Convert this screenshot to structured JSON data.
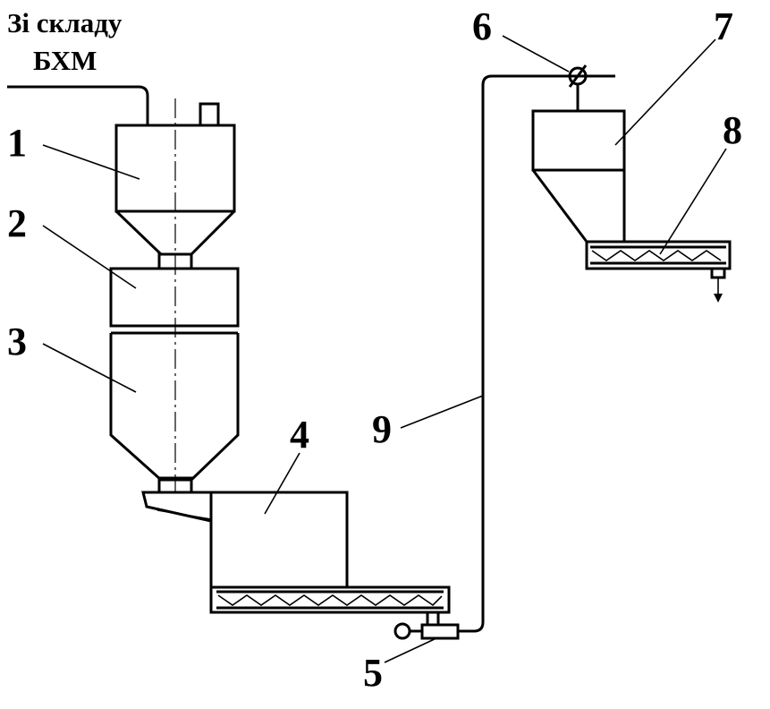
{
  "source_label": {
    "line1": "Зі складу",
    "line2": "БХМ"
  },
  "labels": {
    "n1": "1",
    "n2": "2",
    "n3": "3",
    "n4": "4",
    "n5": "5",
    "n6": "6",
    "n7": "7",
    "n8": "8",
    "n9": "9"
  },
  "colors": {
    "ink": "#000000",
    "background": "#ffffff"
  }
}
